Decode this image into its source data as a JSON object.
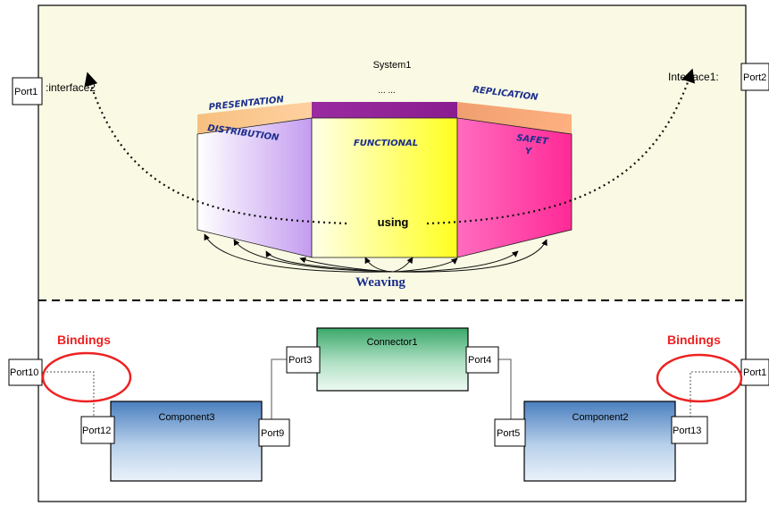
{
  "system": {
    "name": "System1"
  },
  "interfaces": {
    "left": ":interface2",
    "right": "Interface1:"
  },
  "aspects": {
    "top_left": "PRESENTATION",
    "top_middle": "... ...",
    "top_right": "REPLICATION",
    "left": "DISTRIBUTION",
    "center": "FUNCTIONAL",
    "right_line1": "SAFET",
    "right_line2": "Y"
  },
  "using_label": "using",
  "weaving_label": "Weaving",
  "bindings": {
    "left": "Bindings",
    "right": "Bindings"
  },
  "connector": {
    "name": "Connector1"
  },
  "components": {
    "left": "Component3",
    "right": "Component2"
  },
  "ports": {
    "port1": "Port1",
    "port2": "Port2",
    "port10": "Port10",
    "port11": "Port1",
    "port12": "Port12",
    "port9": "Port9",
    "port3": "Port3",
    "port4": "Port4",
    "port5": "Port5",
    "port13": "Port13"
  },
  "colors": {
    "system_background": "#fafae4",
    "bindings_red": "#ee2222",
    "weaving_blue": "#1a2e8c",
    "component_blue": "#5b8ec6",
    "connector_green": "#4fb87c",
    "functional_yellow": "#ffff30",
    "safety_pink": "#ff2e98",
    "distribution_purple": "#c49cf0"
  }
}
